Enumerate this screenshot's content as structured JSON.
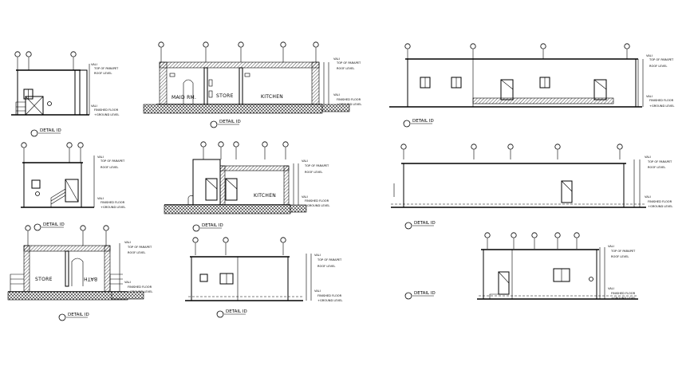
{
  "labels": {
    "detail_caption": "DETAIL ID",
    "rooms": {
      "maid_rm": "MAID RM.",
      "store": "STORE",
      "kitchen": "KITCHEN",
      "store_b": "STORE",
      "bath": "BATH"
    }
  }
}
